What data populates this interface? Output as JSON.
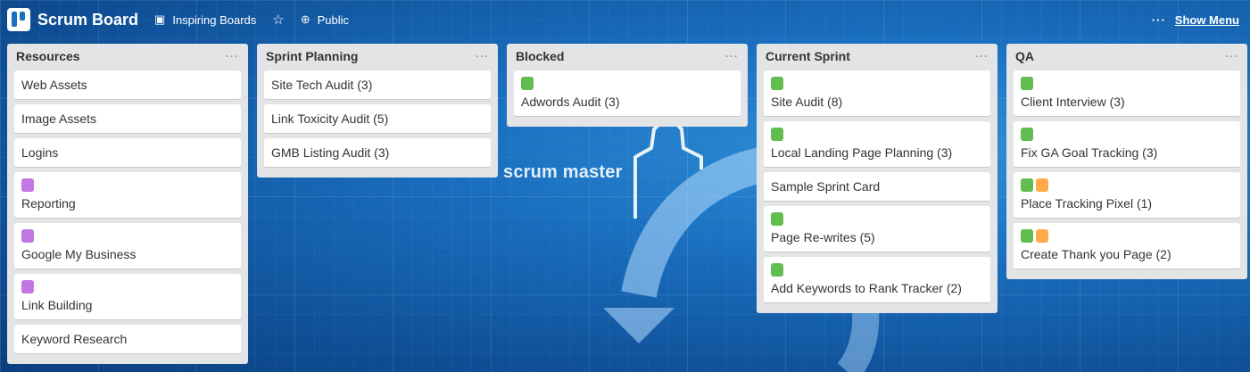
{
  "header": {
    "title": "Scrum Board",
    "team": "Inspiring Boards",
    "visibility": "Public",
    "menu_label": "Show Menu",
    "menu_dots": "···"
  },
  "background": {
    "text": "scrum master"
  },
  "colors": {
    "purple": "#c377e0",
    "green": "#61bd4f",
    "orange": "#ffab4a",
    "list_bg": "#e2e4e6"
  },
  "lists": [
    {
      "title": "Resources",
      "menu": "···",
      "cards": [
        {
          "title": "Web Assets",
          "labels": []
        },
        {
          "title": "Image Assets",
          "labels": []
        },
        {
          "title": "Logins",
          "labels": []
        },
        {
          "title": "Reporting",
          "labels": [
            "purple"
          ]
        },
        {
          "title": "Google My Business",
          "labels": [
            "purple"
          ]
        },
        {
          "title": "Link Building",
          "labels": [
            "purple"
          ]
        },
        {
          "title": "Keyword Research",
          "labels": []
        }
      ]
    },
    {
      "title": "Sprint Planning",
      "menu": "···",
      "cards": [
        {
          "title": "Site Tech Audit (3)",
          "labels": []
        },
        {
          "title": "Link Toxicity Audit (5)",
          "labels": []
        },
        {
          "title": "GMB Listing Audit (3)",
          "labels": []
        }
      ]
    },
    {
      "title": "Blocked",
      "menu": "···",
      "cards": [
        {
          "title": "Adwords Audit (3)",
          "labels": [
            "green"
          ]
        }
      ]
    },
    {
      "title": "Current Sprint",
      "menu": "···",
      "cards": [
        {
          "title": "Site Audit (8)",
          "labels": [
            "green"
          ]
        },
        {
          "title": "Local Landing Page Planning (3)",
          "labels": [
            "green"
          ]
        },
        {
          "title": "Sample Sprint Card",
          "labels": []
        },
        {
          "title": "Page Re-writes (5)",
          "labels": [
            "green"
          ]
        },
        {
          "title": "Add Keywords to Rank Tracker (2)",
          "labels": [
            "green"
          ]
        }
      ]
    },
    {
      "title": "QA",
      "menu": "···",
      "cards": [
        {
          "title": "Client Interview (3)",
          "labels": [
            "green"
          ]
        },
        {
          "title": "Fix GA Goal Tracking (3)",
          "labels": [
            "green"
          ]
        },
        {
          "title": "Place Tracking Pixel (1)",
          "labels": [
            "green",
            "orange"
          ]
        },
        {
          "title": "Create Thank you Page (2)",
          "labels": [
            "green",
            "orange"
          ]
        }
      ]
    }
  ]
}
